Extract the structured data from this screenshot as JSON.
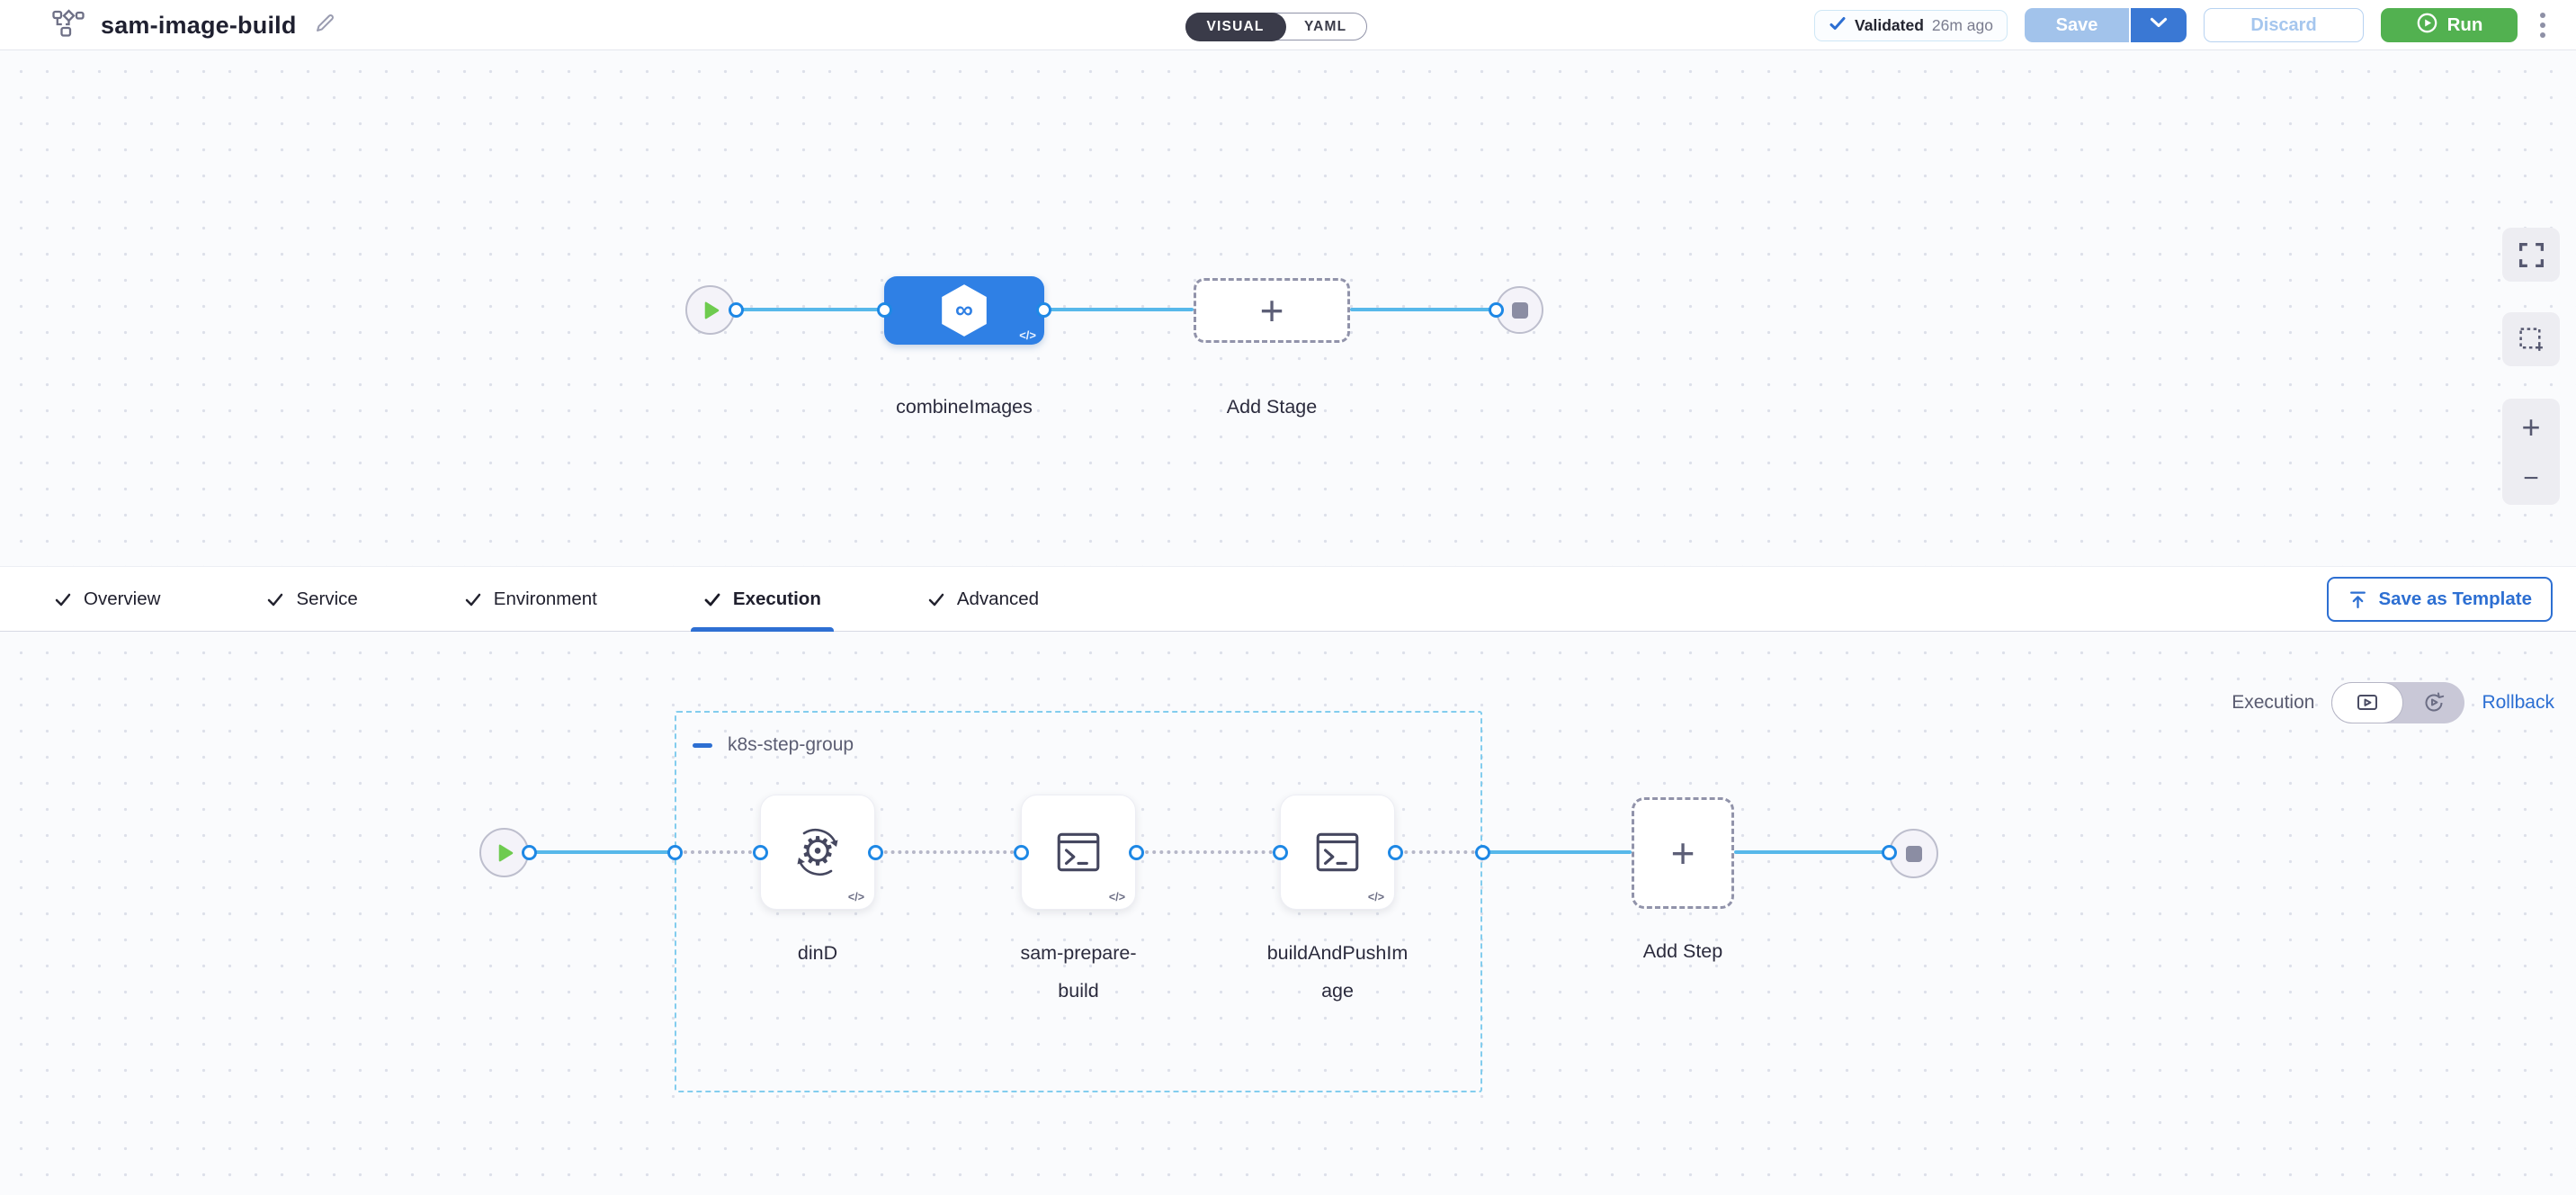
{
  "header": {
    "title": "sam-image-build",
    "mode_toggle": {
      "visual_label": "VISUAL",
      "yaml_label": "YAML",
      "selected": "VISUAL"
    },
    "validated_badge": {
      "label": "Validated",
      "time_ago": "26m ago"
    },
    "save_button": "Save",
    "discard_button": "Discard",
    "run_button": "Run"
  },
  "top_graph": {
    "stage_name": "combineImages",
    "add_stage_label": "Add Stage"
  },
  "tabs": {
    "items": [
      {
        "label": "Overview",
        "checked": true,
        "active": false
      },
      {
        "label": "Service",
        "checked": true,
        "active": false
      },
      {
        "label": "Environment",
        "checked": true,
        "active": false
      },
      {
        "label": "Execution",
        "checked": true,
        "active": true
      },
      {
        "label": "Advanced",
        "checked": true,
        "active": false
      }
    ],
    "save_as_template_button": "Save as Template"
  },
  "execution_view": {
    "execution_label": "Execution",
    "rollback_label": "Rollback"
  },
  "bottom_graph": {
    "group_label": "k8s-step-group",
    "steps": [
      {
        "name": "dinD",
        "icon": "docker-dind-icon"
      },
      {
        "name": "sam-prepare-build",
        "icon": "terminal-icon"
      },
      {
        "name": "buildAndPushImage",
        "icon": "terminal-icon"
      }
    ],
    "add_step_label": "Add Step"
  },
  "icons": {
    "plus": "+",
    "minus": "−",
    "infinity": "∞",
    "code": "</>"
  },
  "colors": {
    "accent_blue": "#2d6fd2",
    "stage_blue": "#2f80e5",
    "connector_line_blue": "#57b8ea",
    "connector_ring_blue": "#1e88e5",
    "run_green": "#52b150",
    "start_play_green": "#6ecb4f",
    "group_border_blue": "#83cdee",
    "canvas_background": "#fafbfd",
    "toggle_dark": "#3a3b49"
  }
}
